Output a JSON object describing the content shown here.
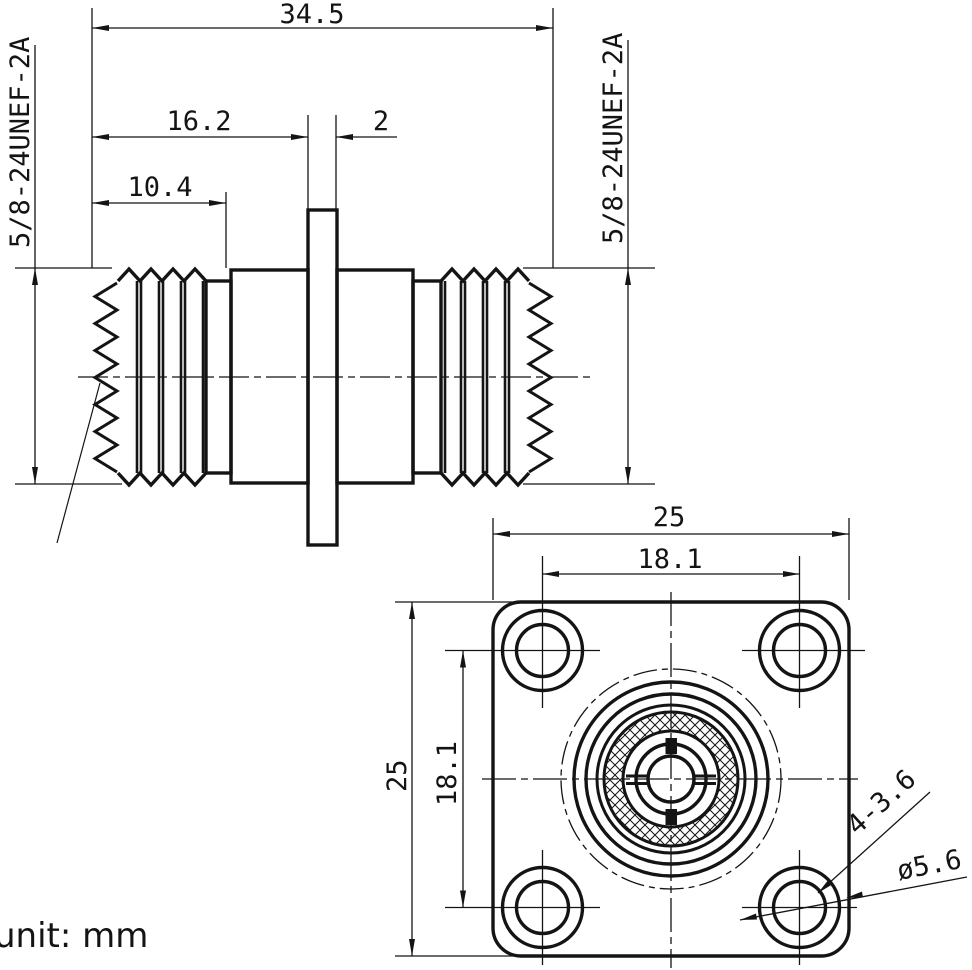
{
  "meta": {
    "unit_note": "unit: mm",
    "line_color": "#141414",
    "background": "#ffffff"
  },
  "side_view": {
    "dim_overall_length": "34.5",
    "dim_face_to_flange": "16.2",
    "dim_flange_thickness": "2",
    "dim_thread_length": "10.4",
    "thread_spec_left": "5/8-24UNEF-2A",
    "thread_spec_right": "5/8-24UNEF-2A"
  },
  "front_view": {
    "dim_flange_width": "25",
    "dim_hole_spacing_horizontal": "18.1",
    "dim_flange_height": "25",
    "dim_hole_spacing_vertical": "18.1",
    "dim_mounting_holes": "4-3.6",
    "dim_counterbore_diameter": "ø5.6"
  }
}
